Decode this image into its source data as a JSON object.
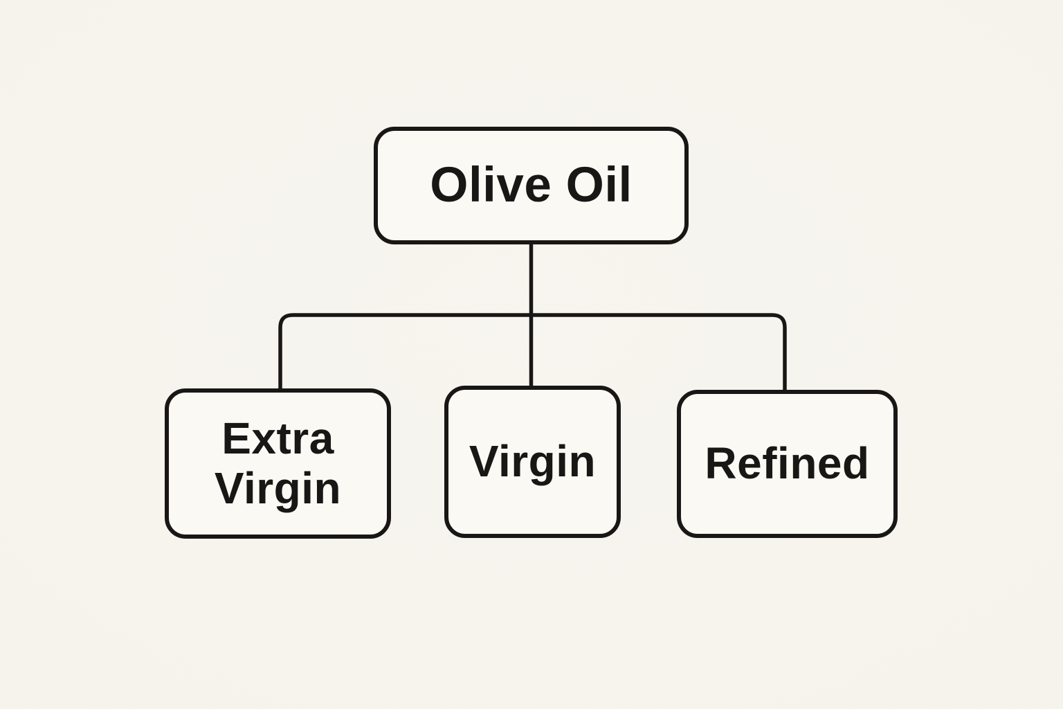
{
  "diagram": {
    "type": "tree",
    "root": {
      "id": "olive-oil",
      "label": "Olive Oil"
    },
    "children": [
      {
        "id": "extra-virgin",
        "label": "Extra Virgin",
        "parent": "olive-oil"
      },
      {
        "id": "virgin",
        "label": "Virgin",
        "parent": "olive-oil"
      },
      {
        "id": "refined",
        "label": "Refined",
        "parent": "olive-oil"
      }
    ],
    "colors": {
      "background": "#f5f3ec",
      "node_fill": "#faf9f4",
      "stroke": "#181715",
      "text": "#181715"
    }
  }
}
